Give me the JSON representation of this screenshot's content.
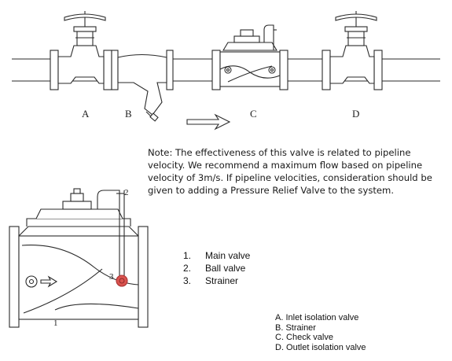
{
  "top_labels": [
    "A",
    "B",
    "C",
    "D"
  ],
  "note": "Note: The effectiveness of this valve is related to pipeline velocity. We recommend a maximum flow based on pipeline velocity of 3m/s. If pipeline velocities, consideration should be given to adding a Pressure Relief Valve to the system.",
  "detail_callouts": [
    "1",
    "2",
    "3"
  ],
  "parts_legend": [
    {
      "num": "1.",
      "label": "Main valve"
    },
    {
      "num": "2.",
      "label": "Ball valve"
    },
    {
      "num": "3.",
      "label": "Strainer"
    }
  ],
  "valves_legend": [
    "A.  Inlet isolation valve",
    "B.  Strainer",
    "C.  Check valve",
    "D.  Outlet isolation valve"
  ],
  "colors": {
    "line": "#2a2a2a",
    "strainer_red": "#d9534f"
  }
}
